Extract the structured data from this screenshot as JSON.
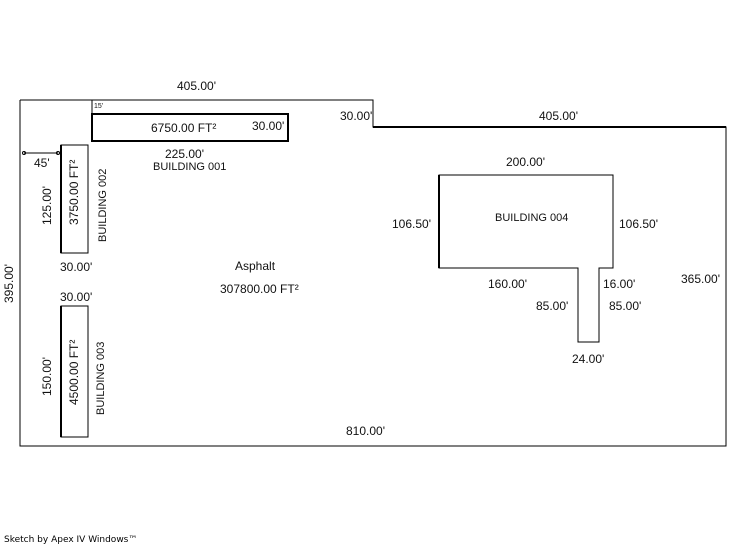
{
  "lot": {
    "material": "Asphalt",
    "area": "307800.00 FT²",
    "dims": {
      "top_left": "405.00'",
      "top_step": "30.00'",
      "top_right": "405.00'",
      "left": "395.00'",
      "right": "365.00'",
      "bottom": "810.00'"
    },
    "setback_label": "45'",
    "small_label": "15'"
  },
  "buildings": [
    {
      "name": "BUILDING 001",
      "area": "6750.00 FT²",
      "length": "225.00'",
      "width": "30.00'"
    },
    {
      "name": "BUILDING 002",
      "area": "3750.00 FT²",
      "length": "125.00'",
      "width": "30.00'"
    },
    {
      "name": "BUILDING 003",
      "area": "4500.00 FT²",
      "length": "150.00'",
      "width": "30.00'"
    },
    {
      "name": "BUILDING 004",
      "dims": {
        "top": "200.00'",
        "left": "106.50'",
        "right": "106.50'",
        "bottom_left": "160.00'",
        "bottom_right": "16.00'",
        "stem_left": "85.00'",
        "stem_right": "85.00'",
        "stem_bottom": "24.00'"
      }
    }
  ],
  "footer": "Sketch by Apex IV Windows™"
}
